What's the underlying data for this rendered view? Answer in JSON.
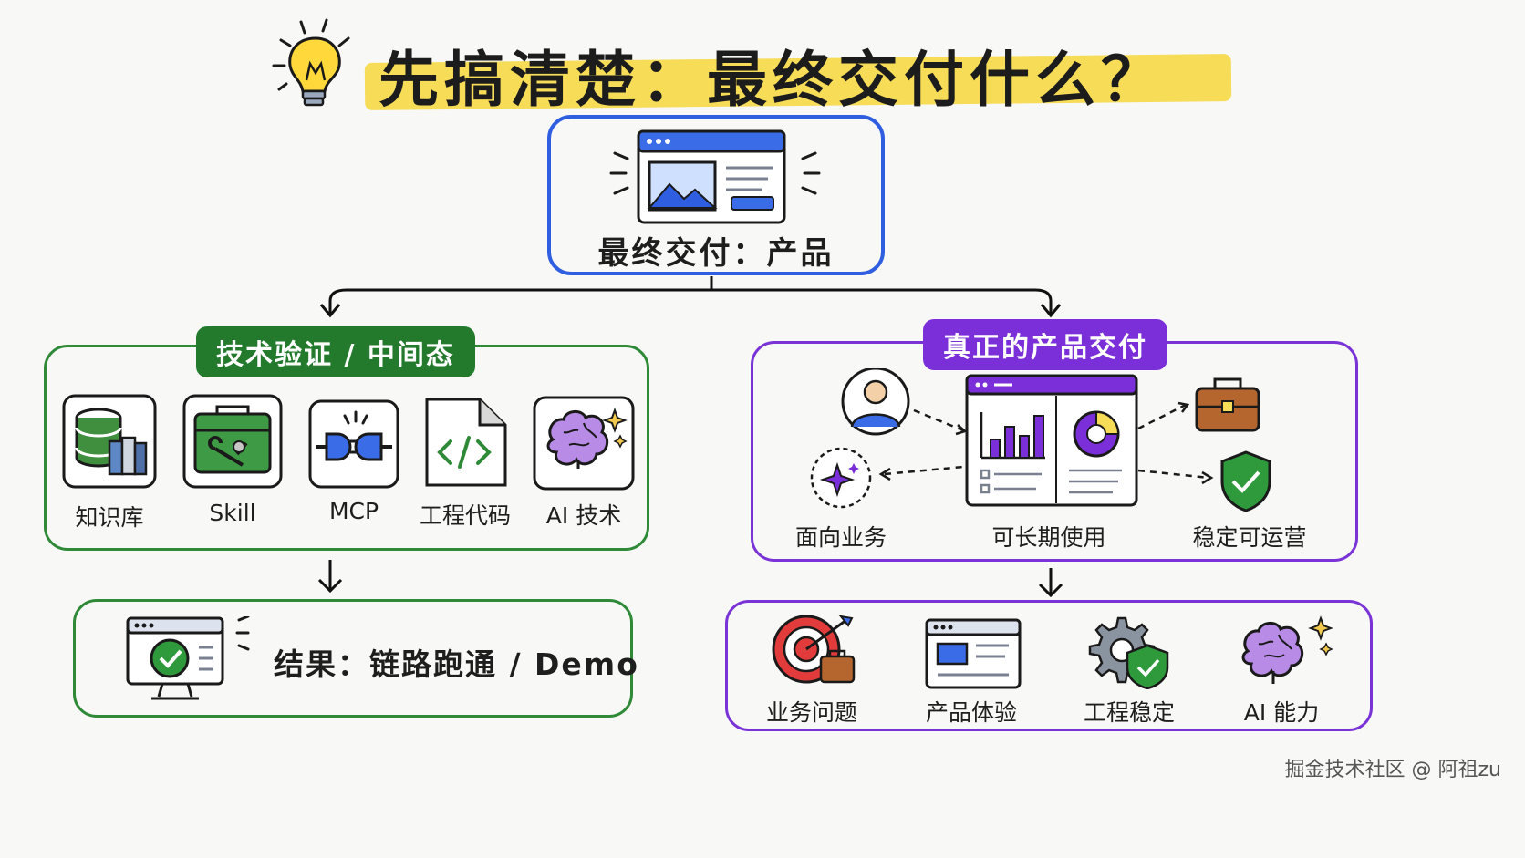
{
  "title": "先搞清楚：最终交付什么？",
  "top": {
    "label": "最终交付：产品"
  },
  "left": {
    "pill": "技术验证 / 中间态",
    "items": [
      "知识库",
      "Skill",
      "MCP",
      "工程代码",
      "AI 技术"
    ],
    "result": "结果：链路跑通 / Demo"
  },
  "right": {
    "pill": "真正的产品交付",
    "items": [
      "面向业务",
      "可长期使用",
      "稳定可运营"
    ],
    "outcomes": [
      "业务问题",
      "产品体验",
      "工程稳定",
      "AI 能力"
    ]
  },
  "watermark": "掘金技术社区 @ 阿祖zu",
  "colors": {
    "blue": "#2f5fe0",
    "green": "#2f8a38",
    "purple": "#7a33d6",
    "highlight": "#f6dc57"
  }
}
